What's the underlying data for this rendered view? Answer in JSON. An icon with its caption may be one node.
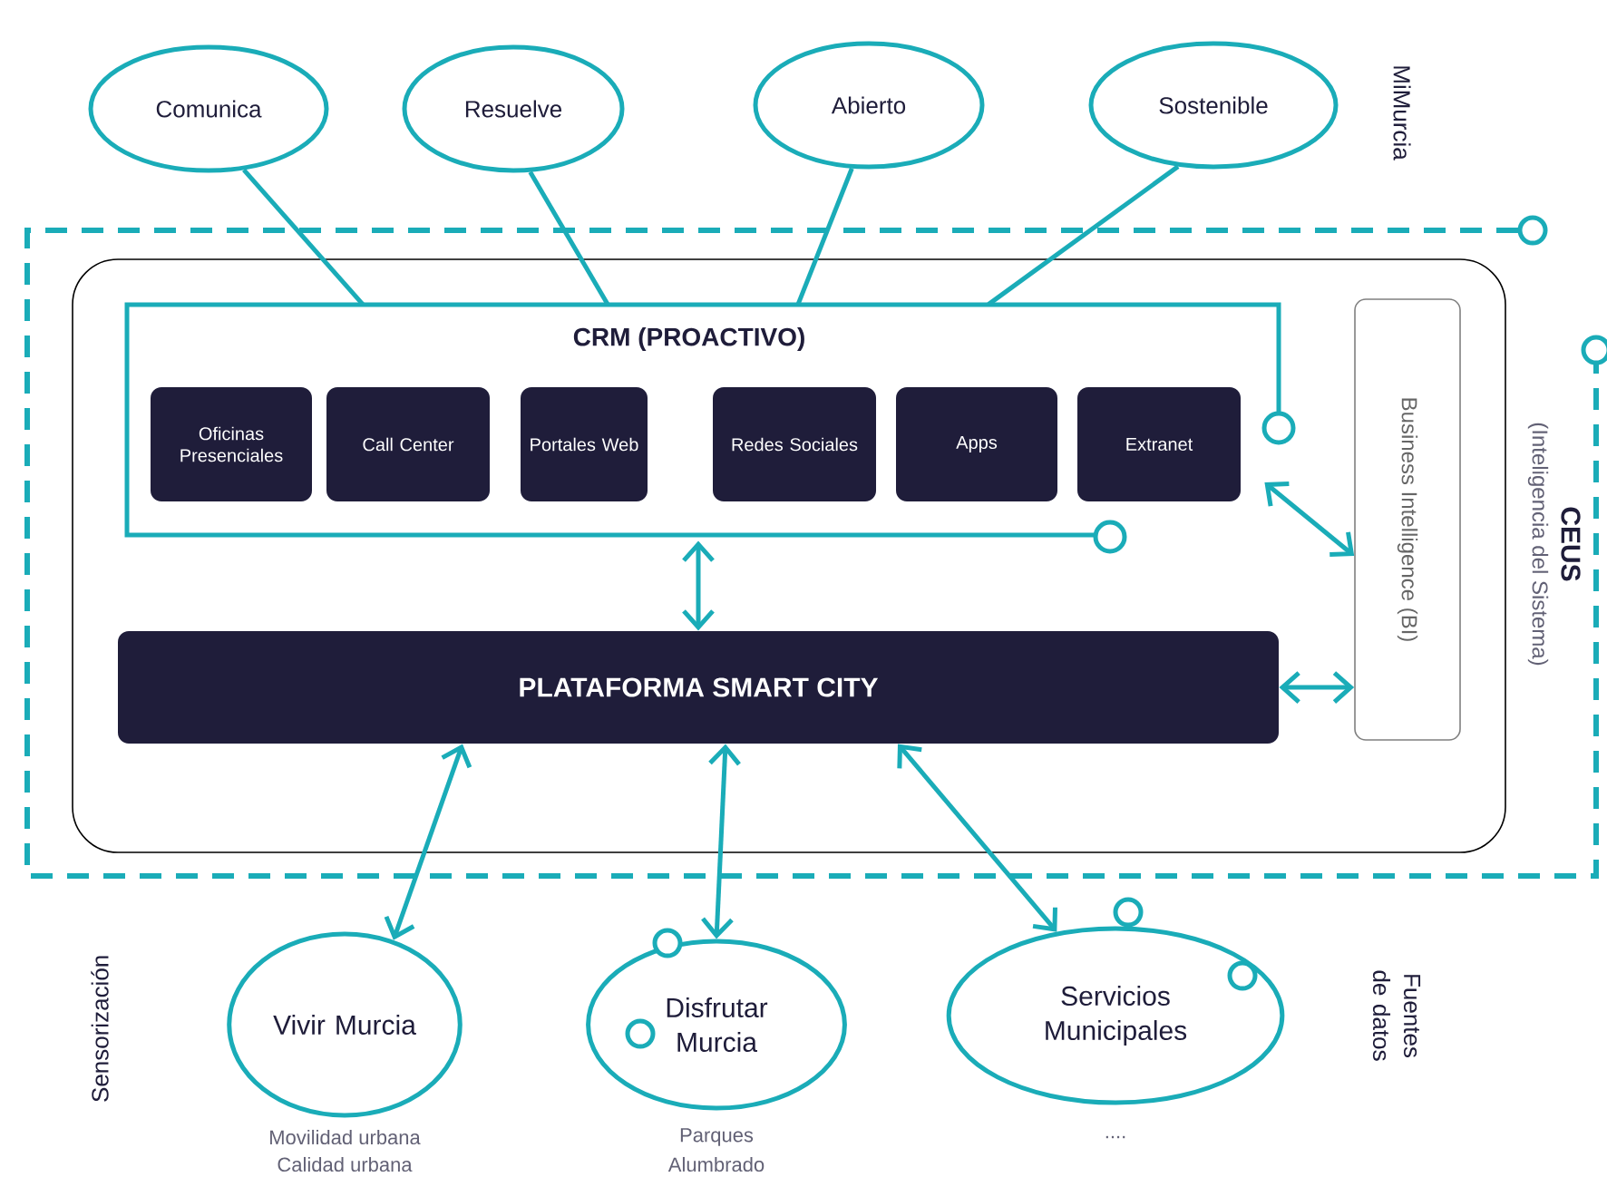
{
  "diagram": {
    "nodes": [
      {
        "text": [
          "Comunica"
        ]
      },
      {
        "text": [
          "Resuelve"
        ]
      },
      {
        "text": [
          "Abierto"
        ]
      },
      {
        "text": [
          "Sostenible"
        ]
      },
      {
        "text": [
          "CEUS",
          "(Inteligencia del Sistema)"
        ]
      },
      {
        "text": [],
        "shape": "box",
        "in": 4
      },
      {
        "text": [
          "CRM (PROACTIVO)"
        ],
        "in": 5
      },
      {
        "text": [
          "Oficinas Presenciales"
        ],
        "in": 6
      },
      {
        "text": [
          "Call Center"
        ],
        "in": 6
      },
      {
        "text": [
          "Portales Web"
        ],
        "in": 6
      },
      {
        "text": [
          "Redes Sociales"
        ],
        "in": 6
      },
      {
        "text": [
          "Apps"
        ],
        "in": 6
      },
      {
        "text": [
          "Extranet"
        ],
        "in": 6
      },
      {
        "text": [
          "PLATAFORMA SMART CITY"
        ],
        "in": 5
      },
      {
        "text": [
          "Business Intelligence (BI)"
        ],
        "in": 5
      },
      {
        "text": [
          "Vivir Murcia"
        ],
        "beside": [
          "Movilidad urbana",
          "Calidad urbana"
        ]
      },
      {
        "text": [
          "Disfrutar Murcia"
        ],
        "beside": [
          "Parques",
          "Alumbrado"
        ]
      },
      {
        "text": [
          "Servicios Municipales"
        ],
        "beside": [
          "...."
        ]
      }
    ],
    "edges": [
      {
        "from": 0,
        "to": 6,
        "arrow": "none"
      },
      {
        "from": 1,
        "to": 6,
        "arrow": "none"
      },
      {
        "from": 2,
        "to": 6,
        "arrow": "none"
      },
      {
        "from": 3,
        "to": 6,
        "arrow": "none"
      },
      {
        "from": 6,
        "to": 13,
        "arrow": "both"
      },
      {
        "from": 6,
        "to": 14,
        "arrow": "both"
      },
      {
        "from": 13,
        "to": 14,
        "arrow": "both"
      },
      {
        "from": 13,
        "to": 15,
        "arrow": "both"
      },
      {
        "from": 13,
        "to": 16,
        "arrow": "both"
      },
      {
        "from": 13,
        "to": 17,
        "arrow": "both"
      }
    ],
    "labels": [
      "MiMurcia",
      "Sensorización",
      "Fuentes de datos"
    ]
  }
}
